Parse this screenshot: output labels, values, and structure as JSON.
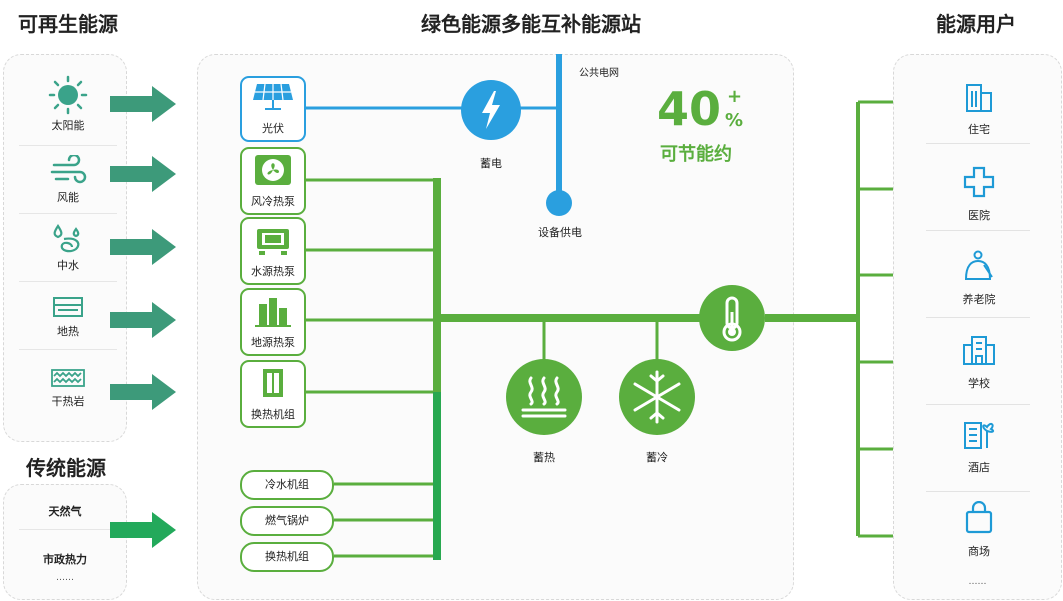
{
  "headings": {
    "renewable": "可再生能源",
    "station": "绿色能源多能互补能源站",
    "users": "能源用户",
    "traditional": "传统能源"
  },
  "renewable_sources": [
    {
      "label": "太阳能",
      "icon": "sun-icon"
    },
    {
      "label": "风能",
      "icon": "wind-icon"
    },
    {
      "label": "中水",
      "icon": "reclaimed-water-icon"
    },
    {
      "label": "地热",
      "icon": "geothermal-icon"
    },
    {
      "label": "干热岩",
      "icon": "hot-dry-rock-icon"
    }
  ],
  "traditional_sources": [
    "天然气",
    "市政热力",
    "……"
  ],
  "station": {
    "pv": "光伏",
    "heat_pumps": [
      "风冷热泵",
      "水源热泵",
      "地源热泵",
      "换热机组"
    ],
    "pills": [
      "冷水机组",
      "燃气锅炉",
      "换热机组"
    ],
    "storage_power": "蓄电",
    "grid": "公共电网",
    "equipment_power": "设备供电",
    "heat_storage": "蓄热",
    "cold_storage": "蓄冷",
    "saving_value": "40",
    "saving_plus": "+",
    "saving_unit": "%",
    "saving_label": "可节能约"
  },
  "users": [
    {
      "label": "住宅",
      "icon": "residence-icon"
    },
    {
      "label": "医院",
      "icon": "hospital-icon"
    },
    {
      "label": "养老院",
      "icon": "nursing-home-icon"
    },
    {
      "label": "学校",
      "icon": "school-icon"
    },
    {
      "label": "酒店",
      "icon": "hotel-icon"
    },
    {
      "label": "商场",
      "icon": "mall-icon"
    }
  ],
  "users_more": "……",
  "colors": {
    "green": "#5aae3e",
    "dark_green": "#3b9b52",
    "blue": "#2a9fdf",
    "teal_arrow": "#3d9a7a",
    "bright_arrow": "#23a95b",
    "user_icon": "#1e9ad6"
  }
}
